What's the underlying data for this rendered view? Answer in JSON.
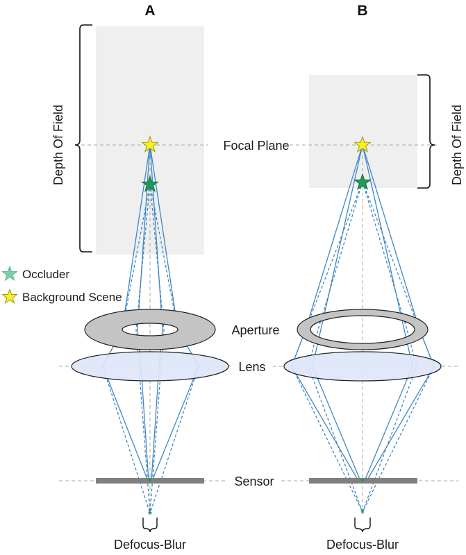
{
  "panels": {
    "a": "A",
    "b": "B"
  },
  "labels": {
    "focal_plane": "Focal Plane",
    "aperture": "Aperture",
    "lens": "Lens",
    "sensor": "Sensor",
    "depth_of_field": "Depth Of Field",
    "defocus_blur": "Defocus-Blur"
  },
  "legend": [
    {
      "name": "occluder",
      "label": "Occluder",
      "color": "#7ccfa6"
    },
    {
      "name": "background-scene",
      "label": "Background Scene",
      "color": "#f7ef2a"
    }
  ],
  "colors": {
    "ray": "#3f86c4",
    "occluder_star": "#1f9a5a",
    "background_star": "#f7ef2a",
    "dof_region": "#efefef",
    "aperture": "#c4c4c4",
    "lens": "#dde6f8",
    "sensor": "#808080",
    "guide": "#a8a8a8"
  }
}
